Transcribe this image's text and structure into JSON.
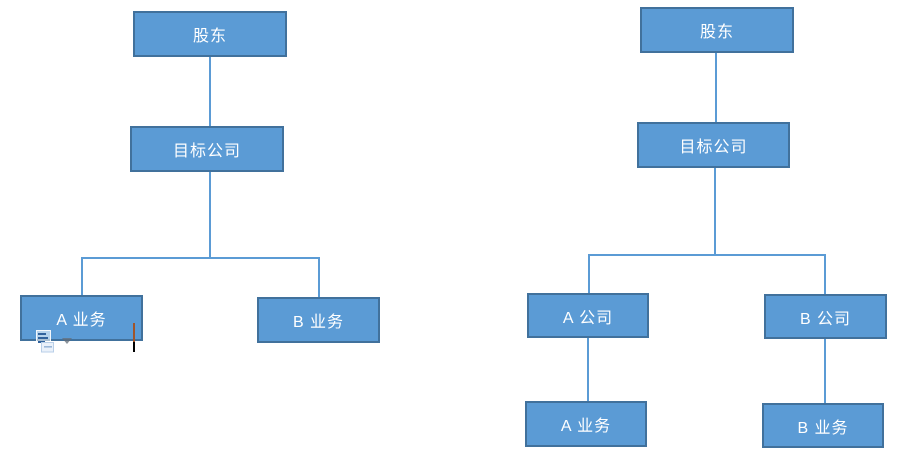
{
  "colors": {
    "node_fill": "#5b9bd5",
    "node_border": "#41719c",
    "connector": "#5b9bd5",
    "node_text": "#ffffff",
    "caret_top": "#a0552a",
    "caret_bottom": "#000000"
  },
  "diagrams": {
    "left": {
      "nodes": {
        "shareholder": {
          "label": "股东"
        },
        "target_company": {
          "label": "目标公司"
        },
        "business_a": {
          "label": "A 业务"
        },
        "business_b": {
          "label": "B 业务"
        }
      },
      "edges": [
        [
          "股东",
          "目标公司"
        ],
        [
          "目标公司",
          "A 业务"
        ],
        [
          "目标公司",
          "B 业务"
        ]
      ]
    },
    "right": {
      "nodes": {
        "shareholder": {
          "label": "股东"
        },
        "target_company": {
          "label": "目标公司"
        },
        "company_a": {
          "label": "A 公司"
        },
        "company_b": {
          "label": "B 公司"
        },
        "business_a": {
          "label": "A 业务"
        },
        "business_b": {
          "label": "B 业务"
        }
      },
      "edges": [
        [
          "股东",
          "目标公司"
        ],
        [
          "目标公司",
          "A 公司"
        ],
        [
          "目标公司",
          "B 公司"
        ],
        [
          "A 公司",
          "A 业务"
        ],
        [
          "B 公司",
          "B 业务"
        ]
      ]
    }
  },
  "overlay": {
    "paste_options_icon": "paste-options-icon",
    "dropdown_icon": "chevron-down-icon",
    "caret": "text-insertion-caret"
  }
}
